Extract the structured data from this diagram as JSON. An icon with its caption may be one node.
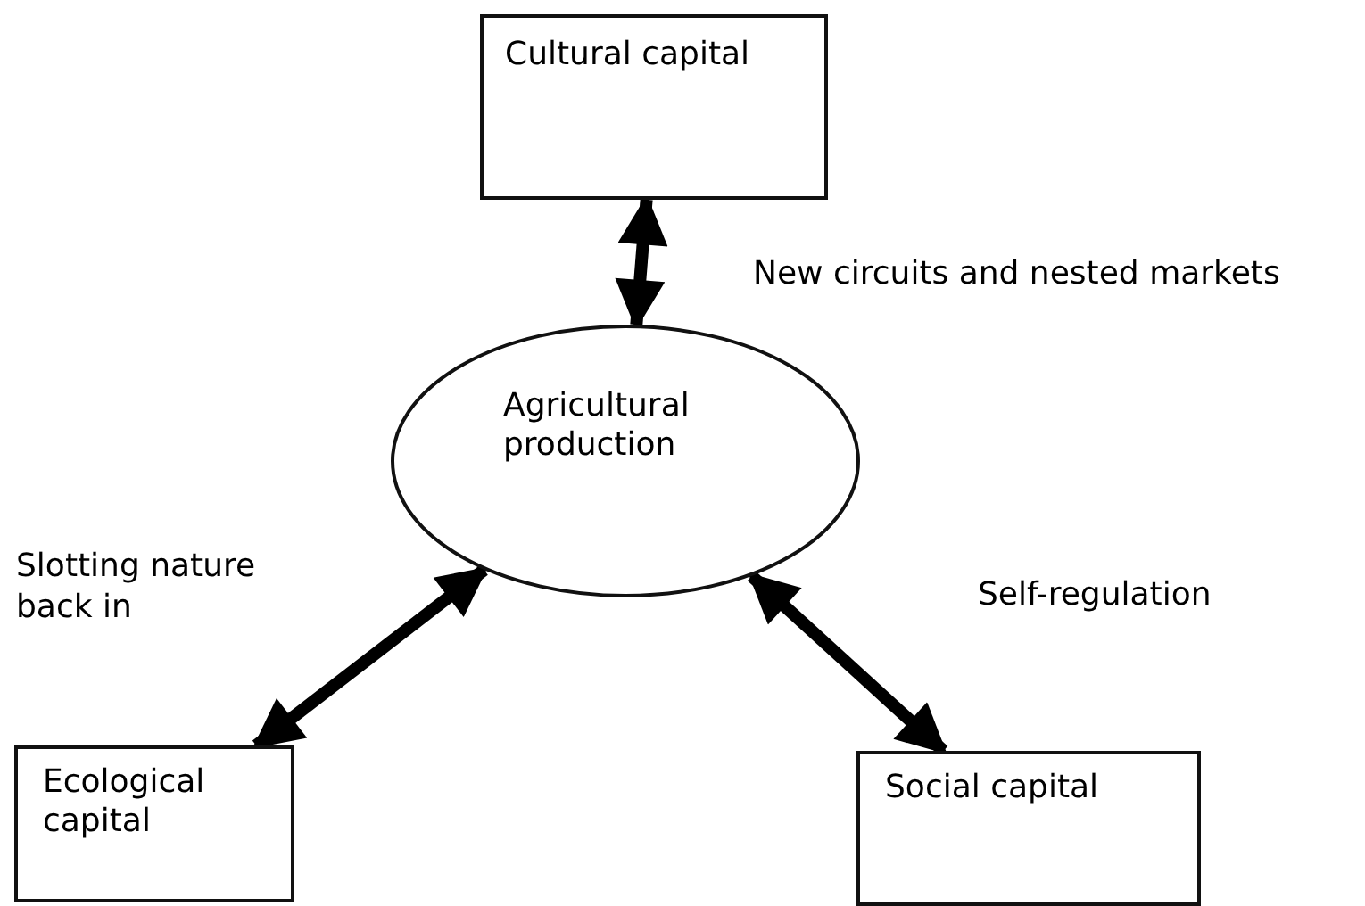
{
  "diagram": {
    "nodes": [
      {
        "text": [
          "Cultural capital"
        ]
      },
      {
        "text": [
          "Agricultural production"
        ]
      },
      {
        "text": [
          "Ecological capital"
        ]
      },
      {
        "text": [
          "Social capital"
        ]
      }
    ],
    "edges": [
      {
        "from": 0,
        "to": 1,
        "arrow": "both",
        "label": "New circuits and nested markets"
      },
      {
        "from": 1,
        "to": 2,
        "arrow": "both",
        "label": "Slotting nature back in"
      },
      {
        "from": 1,
        "to": 3,
        "arrow": "both",
        "label": "Self-regulation"
      }
    ]
  }
}
